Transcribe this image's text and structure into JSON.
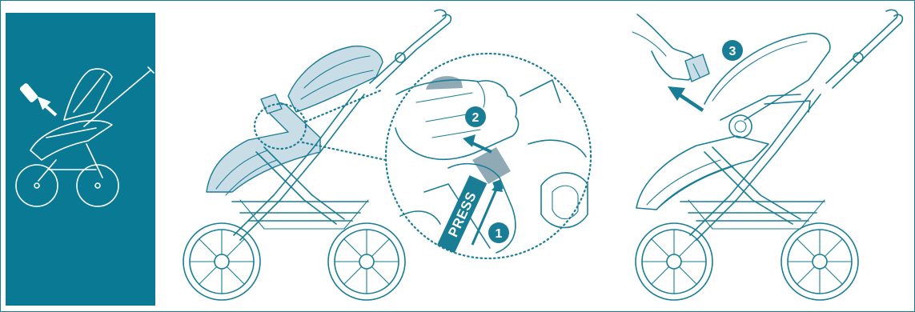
{
  "steps": [
    {
      "number": "1"
    },
    {
      "number": "2"
    },
    {
      "number": "3"
    }
  ],
  "press_label": "PRESS",
  "colors": {
    "accent": "#1a7d96",
    "panel": "#0a7a94",
    "pale": "#c9dde6",
    "background": "#ffffff"
  },
  "icons": [
    "stroller-icon",
    "arrow-icon",
    "hand-icon",
    "wheel-icon"
  ]
}
